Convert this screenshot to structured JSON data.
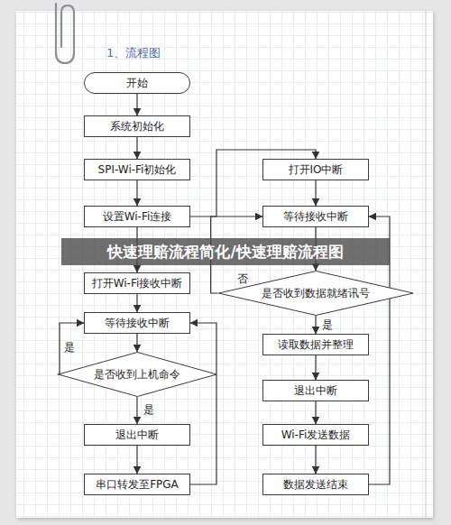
{
  "diagram": {
    "title": "1、流程图",
    "nodes": [
      {
        "text": [
          "开始"
        ]
      },
      {
        "text": [
          "系统初始化"
        ]
      },
      {
        "text": [
          "SPI-Wi-Fi初始化"
        ]
      },
      {
        "text": [
          "设置Wi-Fi连接"
        ]
      },
      {
        "text": [
          "打开Wi-Fi接收中断"
        ]
      },
      {
        "text": [
          "等待接收中断"
        ]
      },
      {
        "text": [
          "是否收到上机命令"
        ]
      },
      {
        "text": [
          "退出中断"
        ]
      },
      {
        "text": [
          "串口转发至FPGA"
        ]
      },
      {
        "text": [
          "打开IO中断"
        ]
      },
      {
        "text": [
          "等待接收中断"
        ]
      },
      {
        "text": [
          "是否收到数据就绪讯号"
        ]
      },
      {
        "text": [
          "读取数据并整理"
        ]
      },
      {
        "text": [
          "退出中断"
        ]
      },
      {
        "text": [
          "Wi-Fi发送数据"
        ]
      },
      {
        "text": [
          "数据发送结束"
        ]
      }
    ],
    "edges": [
      {
        "from": 0,
        "to": 1,
        "arrow": "to"
      },
      {
        "from": 1,
        "to": 2,
        "arrow": "to"
      },
      {
        "from": 2,
        "to": 3,
        "arrow": "to"
      },
      {
        "from": 3,
        "to": 9,
        "arrow": "to"
      },
      {
        "from": 3,
        "to": 4,
        "arrow": "to"
      },
      {
        "from": 4,
        "to": 5,
        "arrow": "to"
      },
      {
        "from": 5,
        "to": 6,
        "arrow": "to"
      },
      {
        "from": 6,
        "to": 5,
        "label": "是",
        "arrow": "to"
      },
      {
        "from": 6,
        "to": 7,
        "label": "是",
        "arrow": "to"
      },
      {
        "from": 7,
        "to": 8,
        "arrow": "to"
      },
      {
        "from": 8,
        "to": 5,
        "arrow": "to"
      },
      {
        "from": 9,
        "to": 10,
        "arrow": "to"
      },
      {
        "from": 10,
        "to": 11,
        "arrow": "to"
      },
      {
        "from": 11,
        "to": 10,
        "label": "否",
        "arrow": "to"
      },
      {
        "from": 11,
        "to": 12,
        "label": "是",
        "arrow": "to"
      },
      {
        "from": 12,
        "to": 13,
        "arrow": "to"
      },
      {
        "from": 13,
        "to": 14,
        "arrow": "to"
      },
      {
        "from": 14,
        "to": 15,
        "arrow": "to"
      },
      {
        "from": 15,
        "to": 10,
        "arrow": "to"
      }
    ],
    "labels": [
      "快速理赔流程简化/快速理赔流程图"
    ]
  }
}
